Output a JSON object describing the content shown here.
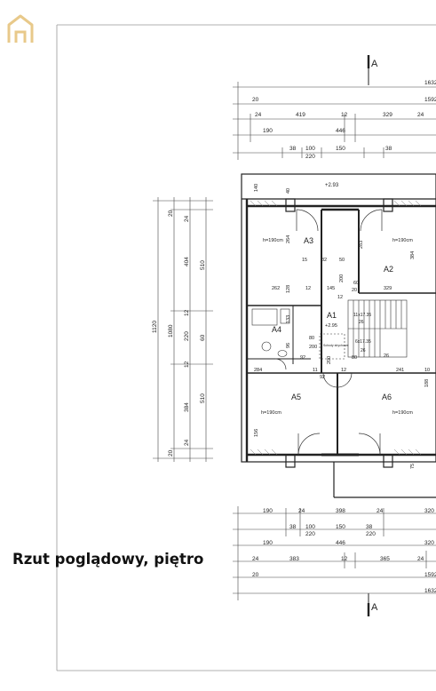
{
  "caption": "Rzut poglądowy, piętro",
  "section_marker": "A",
  "logo_icon": "house-outline-logo",
  "accent_color": "#e8c98a",
  "rooms": {
    "a3": "A3",
    "a2": "A2",
    "a1": "A1",
    "a4": "A4",
    "a5": "A5",
    "a6": "A6",
    "h190_a3": "h=190cm",
    "h190_a2": "h=190cm",
    "h190_a5": "h=190cm",
    "h190_a6": "h=190cm",
    "level_top": "+2.93",
    "level_a1": "+2.95",
    "stairs_a": "11x17.35",
    "stairs_b": "6x17.35",
    "stairs_c": "26",
    "stairs_d": "26",
    "hatch": "Schody strychowe"
  },
  "dims_top": {
    "total_a": "1632",
    "total_b": "1592",
    "r1": [
      "20",
      "24",
      "419",
      "12",
      "329",
      "24"
    ],
    "r2": [
      "190",
      "446"
    ],
    "r3": [
      "38",
      "100",
      "150",
      "38",
      "220"
    ]
  },
  "dims_bottom": {
    "r1": [
      "190",
      "24",
      "398",
      "24",
      "320"
    ],
    "r2": [
      "38",
      "100",
      "150",
      "38",
      "220",
      "220"
    ],
    "r3": [
      "190",
      "446",
      "320"
    ],
    "r4": [
      "24",
      "383",
      "12",
      "365",
      "24"
    ],
    "total_b": "1592",
    "total_a": "1632",
    "edge": "20"
  },
  "dims_left": {
    "outer": "1120",
    "inner": "1080",
    "c1": [
      "20",
      "24",
      "404",
      "12",
      "220",
      "12",
      "384",
      "24",
      "20"
    ],
    "c2": [
      "510",
      "60",
      "510"
    ]
  },
  "dims_inner": {
    "d140": "140",
    "d40": "40",
    "d264": "264",
    "d128": "128",
    "d262": "262",
    "d12a": "12",
    "d145": "145",
    "d15": "15",
    "d82": "82",
    "d50": "50",
    "d200a": "200",
    "d283": "283",
    "d384": "384",
    "d329": "329",
    "d20": "20",
    "d60": "60",
    "d12b": "12",
    "d80a": "80",
    "d200b": "200",
    "d92": "92",
    "d133": "133",
    "d96": "96",
    "d284": "284",
    "d241": "241",
    "d10": "10",
    "d188": "188",
    "d156": "156",
    "d75": "75",
    "d11": "11",
    "d92b": "92",
    "d80b": "80",
    "d200c": "200",
    "d12c": "12",
    "d26": "26"
  }
}
